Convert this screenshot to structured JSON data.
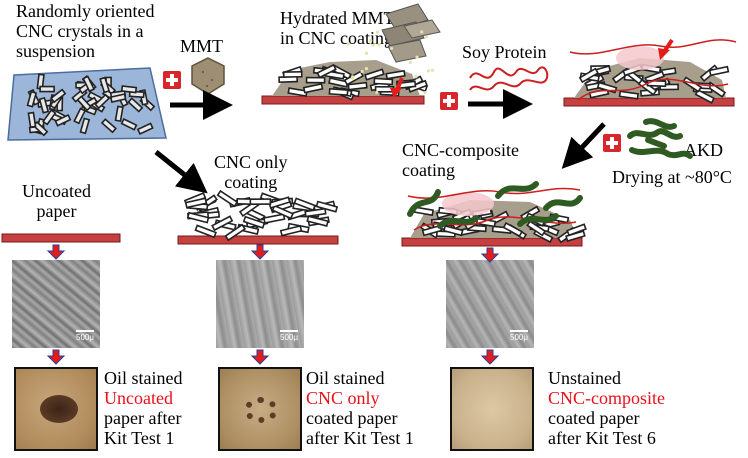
{
  "labels": {
    "suspension": "Randomly oriented\nCNC crystals in a\nsuspension",
    "mmt": "MMT",
    "hydrated": "Hydrated MMT\nin CNC coating",
    "soy": "Soy Protein",
    "akd": "AKD",
    "drying": "Drying at ~80°C",
    "cnc_only_coating": "CNC only\ncoating",
    "composite_coating": "CNC-composite\ncoating",
    "uncoated_paper": "Uncoated\npaper",
    "scale_bar": "500μ"
  },
  "captions": {
    "uncoated": {
      "line1": "Oil stained",
      "highlight": "Uncoated",
      "line3": "paper after\nKit Test 1"
    },
    "cnc_only": {
      "line1": "Oil stained",
      "highlight": "CNC only",
      "line3": "coated paper\nafter Kit Test 1"
    },
    "composite": {
      "line1": "Unstained",
      "highlight": "CNC-composite",
      "line3": "coated paper\nafter Kit Test 6"
    }
  },
  "colors": {
    "paper_strip": "#c54040",
    "paper_edge": "#7a1a1a",
    "red_arrow": "#e31b1b",
    "black_arrow": "#000000",
    "suspension_bg": "#9cb6da",
    "soy_protein": "#cc1f1f",
    "akd": "#2f5a22",
    "highlight_text": "#e8101a"
  }
}
